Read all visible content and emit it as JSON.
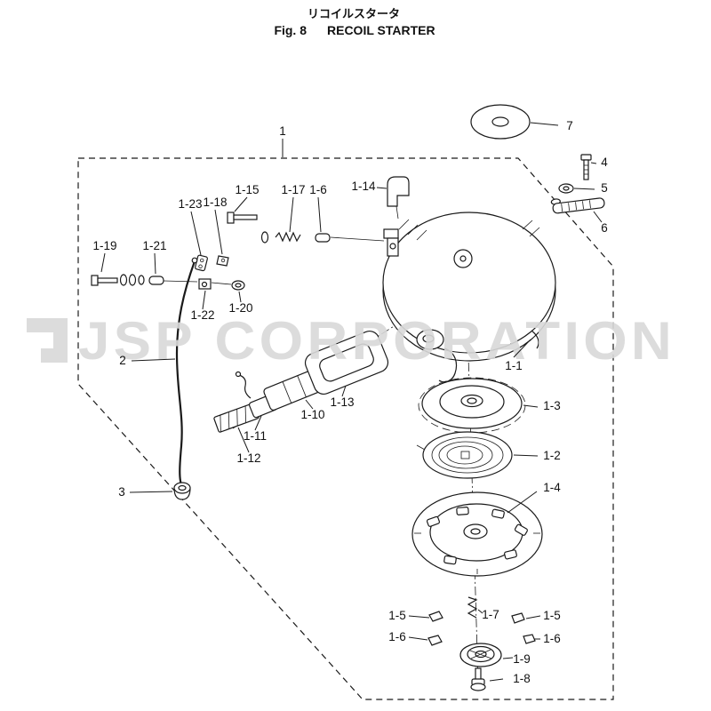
{
  "figure": {
    "title_ja": "リコイルスタータ",
    "fig_no": "Fig. 8",
    "title_en": "RECOIL STARTER"
  },
  "watermark": {
    "text": "JSP CORPORATION"
  },
  "colors": {
    "line": "#1a1a1a",
    "watermark": "#d9d9d9",
    "background": "#ffffff"
  },
  "labels": {
    "n1": "1",
    "n2": "2",
    "n3": "3",
    "n4": "4",
    "n5": "5",
    "n6": "6",
    "n7": "7",
    "n1_1": "1-1",
    "n1_2": "1-2",
    "n1_3": "1-3",
    "n1_4": "1-4",
    "n1_5": "1-5",
    "n1_6": "1-6",
    "n1_7": "1-7",
    "n1_8": "1-8",
    "n1_9": "1-9",
    "n1_10": "1-10",
    "n1_11": "1-11",
    "n1_12": "1-12",
    "n1_13": "1-13",
    "n1_14": "1-14",
    "n1_15": "1-15",
    "n1_17": "1-17",
    "n1_18": "1-18",
    "n1_19": "1-19",
    "n1_20": "1-20",
    "n1_21": "1-21",
    "n1_22": "1-22",
    "n1_23": "1-23"
  }
}
